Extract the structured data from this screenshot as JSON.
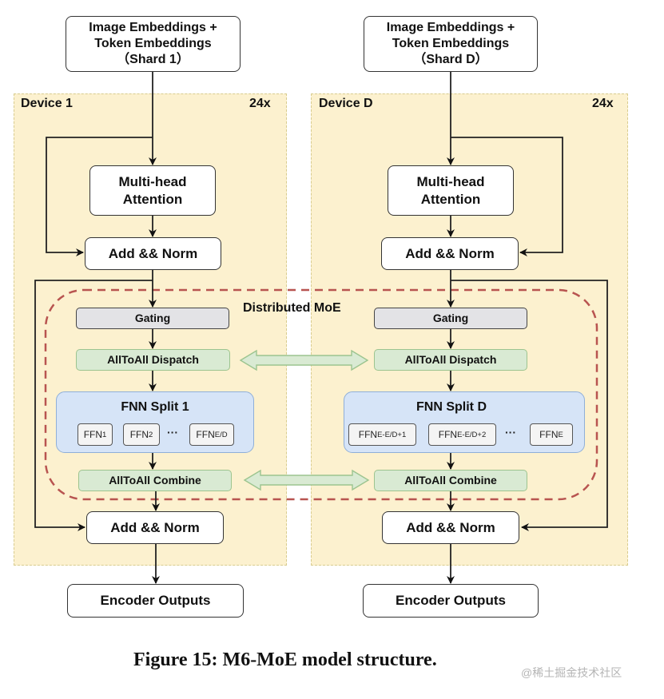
{
  "figure": {
    "caption": "Figure 15: M6-MoE model structure.",
    "watermark": "@稀土掘金技术社区"
  },
  "shared": {
    "moe_label": "Distributed MoE",
    "attention_line1": "Multi-head",
    "attention_line2": "Attention",
    "add_norm": "Add && Norm",
    "gating": "Gating",
    "dispatch": "AllToAll Dispatch",
    "combine": "AllToAll Combine",
    "encoder_outputs": "Encoder Outputs",
    "input_line1": "Image Embeddings +",
    "input_line2": "Token Embeddings",
    "ellipsis": "···"
  },
  "devices": [
    {
      "name": "Device 1",
      "repeat": "24x",
      "shard": "（Shard 1）",
      "split_title": "FNN Split 1",
      "ffns": [
        {
          "base": "FFN",
          "sub": "1"
        },
        {
          "base": "FFN",
          "sub": "2"
        },
        {
          "base": "FFN",
          "sub": "E/D"
        }
      ]
    },
    {
      "name": "Device D",
      "repeat": "24x",
      "shard": "（Shard D）",
      "split_title": "FNN Split D",
      "ffns": [
        {
          "base": "FFN",
          "sub": "E-E/D+1"
        },
        {
          "base": "FFN",
          "sub": "E-E/D+2"
        },
        {
          "base": "FFN",
          "sub": "E"
        }
      ]
    }
  ],
  "colors": {
    "device_bg": "#fcf1cf",
    "moe_border": "#b85450",
    "gating_bg": "#e3e3e6",
    "alltoall_bg": "#d9ead3",
    "split_bg": "#d6e4f7"
  }
}
